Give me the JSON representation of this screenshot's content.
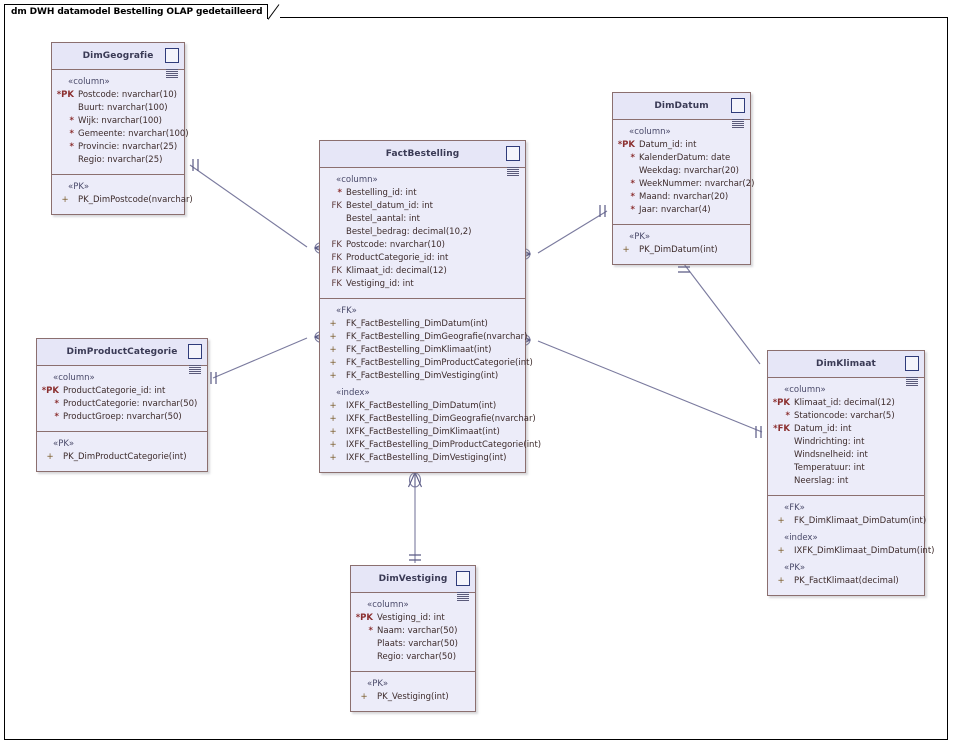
{
  "diagram": {
    "title": "dm DWH datamodel Bestelling OLAP gedetailleerd",
    "accent_color": "#e8e8f8",
    "border_color": "#8b6f6f",
    "line_color": "#7a7a9e"
  },
  "entities": {
    "dimgeografie": {
      "name": "DimGeografie",
      "icon": "table-icon",
      "sections": [
        {
          "stereotype": "«column»",
          "rows": [
            {
              "key": "*PK",
              "text": "Postcode: nvarchar(10)"
            },
            {
              "key": "",
              "text": "Buurt: nvarchar(100)"
            },
            {
              "key": "*",
              "text": "Wijk: nvarchar(100)"
            },
            {
              "key": "*",
              "text": "Gemeente: nvarchar(100)"
            },
            {
              "key": "*",
              "text": "Provincie: nvarchar(25)"
            },
            {
              "key": "",
              "text": "Regio: nvarchar(25)"
            }
          ]
        },
        {
          "stereotype": "«PK»",
          "rows": [
            {
              "key": "+",
              "text": "PK_DimPostcode(nvarchar)"
            }
          ]
        }
      ]
    },
    "dimdatum": {
      "name": "DimDatum",
      "icon": "table-icon",
      "sections": [
        {
          "stereotype": "«column»",
          "rows": [
            {
              "key": "*PK",
              "text": "Datum_id: int"
            },
            {
              "key": "*",
              "text": "KalenderDatum: date"
            },
            {
              "key": "",
              "text": "Weekdag: nvarchar(20)"
            },
            {
              "key": "*",
              "text": "WeekNummer: nvarchar(2)"
            },
            {
              "key": "*",
              "text": "Maand: nvarchar(20)"
            },
            {
              "key": "*",
              "text": "Jaar: nvarchar(4)"
            }
          ]
        },
        {
          "stereotype": "«PK»",
          "rows": [
            {
              "key": "+",
              "text": "PK_DimDatum(int)"
            }
          ]
        }
      ]
    },
    "factbestelling": {
      "name": "FactBestelling",
      "icon": "table-icon",
      "sections": [
        {
          "stereotype": "«column»",
          "rows": [
            {
              "key": "*",
              "text": "Bestelling_id: int"
            },
            {
              "key": "FK",
              "text": "Bestel_datum_id: int"
            },
            {
              "key": "",
              "text": "Bestel_aantal: int"
            },
            {
              "key": "",
              "text": "Bestel_bedrag: decimal(10,2)"
            },
            {
              "key": "FK",
              "text": "Postcode: nvarchar(10)"
            },
            {
              "key": "FK",
              "text": "ProductCategorie_id: int"
            },
            {
              "key": "FK",
              "text": "Klimaat_id: decimal(12)"
            },
            {
              "key": "FK",
              "text": "Vestiging_id: int"
            }
          ]
        },
        {
          "stereotype": "«FK»",
          "rows": [
            {
              "key": "+",
              "text": "FK_FactBestelling_DimDatum(int)"
            },
            {
              "key": "+",
              "text": "FK_FactBestelling_DimGeografie(nvarchar)"
            },
            {
              "key": "+",
              "text": "FK_FactBestelling_DimKlimaat(int)"
            },
            {
              "key": "+",
              "text": "FK_FactBestelling_DimProductCategorie(int)"
            },
            {
              "key": "+",
              "text": "FK_FactBestelling_DimVestiging(int)"
            }
          ]
        },
        {
          "stereotype": "«index»",
          "rows": [
            {
              "key": "+",
              "text": "IXFK_FactBestelling_DimDatum(int)"
            },
            {
              "key": "+",
              "text": "IXFK_FactBestelling_DimGeografie(nvarchar)"
            },
            {
              "key": "+",
              "text": "IXFK_FactBestelling_DimKlimaat(int)"
            },
            {
              "key": "+",
              "text": "IXFK_FactBestelling_DimProductCategorie(int)"
            },
            {
              "key": "+",
              "text": "IXFK_FactBestelling_DimVestiging(int)"
            }
          ]
        }
      ]
    },
    "dimproductcategorie": {
      "name": "DimProductCategorie",
      "icon": "table-icon",
      "sections": [
        {
          "stereotype": "«column»",
          "rows": [
            {
              "key": "*PK",
              "text": "ProductCategorie_id: int"
            },
            {
              "key": "*",
              "text": "ProductCategorie: nvarchar(50)"
            },
            {
              "key": "*",
              "text": "ProductGroep: nvarchar(50)"
            }
          ]
        },
        {
          "stereotype": "«PK»",
          "rows": [
            {
              "key": "+",
              "text": "PK_DimProductCategorie(int)"
            }
          ]
        }
      ]
    },
    "dimklimaat": {
      "name": "DimKlimaat",
      "icon": "table-icon",
      "sections": [
        {
          "stereotype": "«column»",
          "rows": [
            {
              "key": "*PK",
              "text": "Klimaat_id: decimal(12)"
            },
            {
              "key": "*",
              "text": "Stationcode: varchar(5)"
            },
            {
              "key": "*FK",
              "text": "Datum_id: int"
            },
            {
              "key": "",
              "text": "Windrichting: int"
            },
            {
              "key": "",
              "text": "Windsnelheid: int"
            },
            {
              "key": "",
              "text": "Temperatuur: int"
            },
            {
              "key": "",
              "text": "Neerslag: int"
            }
          ]
        },
        {
          "stereotype": "«FK»",
          "rows": [
            {
              "key": "+",
              "text": "FK_DimKlimaat_DimDatum(int)"
            }
          ]
        },
        {
          "stereotype": "«index»",
          "rows": [
            {
              "key": "+",
              "text": "IXFK_DimKlimaat_DimDatum(int)"
            }
          ]
        },
        {
          "stereotype": "«PK»",
          "rows": [
            {
              "key": "+",
              "text": "PK_FactKlimaat(decimal)"
            }
          ]
        }
      ]
    },
    "dimvestiging": {
      "name": "DimVestiging",
      "icon": "table-icon",
      "sections": [
        {
          "stereotype": "«column»",
          "rows": [
            {
              "key": "*PK",
              "text": "Vestiging_id: int"
            },
            {
              "key": "*",
              "text": "Naam: varchar(50)"
            },
            {
              "key": "",
              "text": "Plaats: varchar(50)"
            },
            {
              "key": "",
              "text": "Regio: varchar(50)"
            }
          ]
        },
        {
          "stereotype": "«PK»",
          "rows": [
            {
              "key": "+",
              "text": "PK_Vestiging(int)"
            }
          ]
        }
      ]
    }
  }
}
